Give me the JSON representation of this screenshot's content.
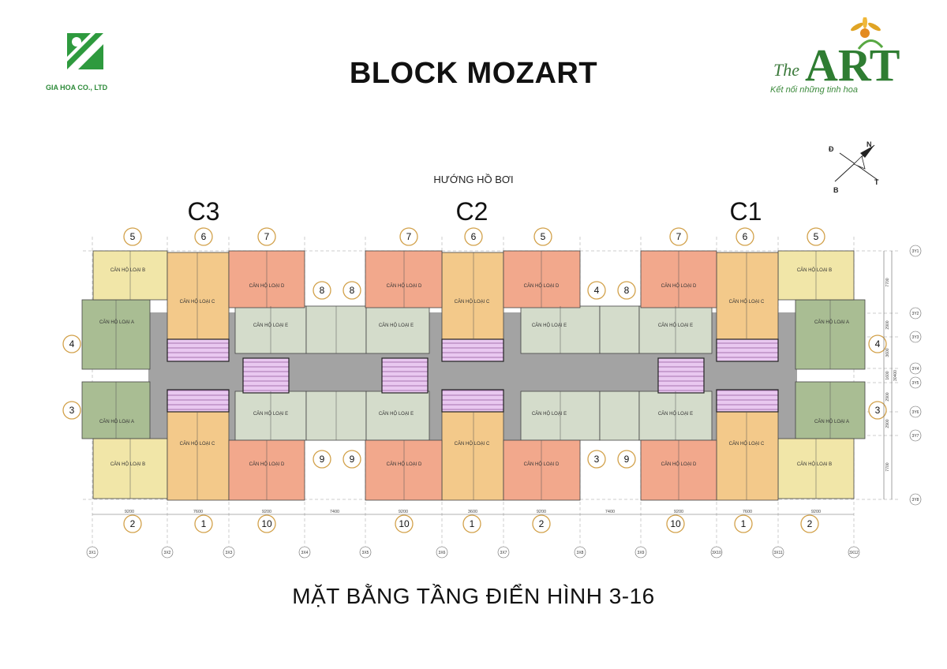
{
  "header": {
    "company_name": "GIA HOA CO., LTD",
    "title": "BLOCK MOZART",
    "project_logo": {
      "text_the": "The",
      "text_art": "ART",
      "slogan": "Kết nối những tinh hoa"
    }
  },
  "compass": {
    "north": "N",
    "east": "Đ",
    "south": "T",
    "west": "B"
  },
  "pool_direction": "HƯỚNG HỒ BƠI",
  "blocks": [
    "C3",
    "C2",
    "C1"
  ],
  "unit_numbers_top": [
    "5",
    "6",
    "7",
    "7",
    "6",
    "5",
    "7",
    "6",
    "5"
  ],
  "unit_numbers_bottom": [
    "2",
    "1",
    "10",
    "10",
    "1",
    "2",
    "10",
    "1",
    "2"
  ],
  "unit_numbers_side": {
    "left_4": "4",
    "left_3": "3",
    "right_4": "4",
    "right_3": "3",
    "mid_8": [
      "8",
      "8",
      "4",
      "8"
    ],
    "mid_9": [
      "9",
      "9",
      "3",
      "9"
    ]
  },
  "apartment_types": {
    "A": {
      "label": "CĂN HỘ LOẠI A",
      "color": "#a9bd93"
    },
    "B": {
      "label": "CĂN HỘ LOẠI B",
      "color": "#f1e6a8"
    },
    "C": {
      "label": "CĂN HỘ LOẠI C",
      "color": "#f3c98a"
    },
    "D": {
      "label": "CĂN HỘ LOẠI D",
      "color": "#f2a88c"
    },
    "E": {
      "label": "CĂN HỘ LOẠI E",
      "color": "#d4dccb"
    }
  },
  "core_colors": {
    "stair_lift": "#e0a8e8",
    "corridor": "#9b9b9b"
  },
  "grid_x": [
    "3X1",
    "3X2",
    "3X3",
    "3X4",
    "3X5",
    "3X6",
    "3X7",
    "3X8",
    "3X9",
    "3X10",
    "3X11",
    "3X12"
  ],
  "grid_y": [
    "3Y1",
    "3Y2",
    "3Y3",
    "3Y4",
    "3Y5",
    "3Y6",
    "3Y7",
    "3Y8"
  ],
  "dims_x": [
    "9200",
    "7600",
    "9200",
    "7400",
    "9200",
    "3600",
    "9200",
    "7400",
    "9200",
    "7600",
    "9200"
  ],
  "dims_y": [
    "7700",
    "2900",
    "3600",
    "1600",
    "2900",
    "2900",
    "7700"
  ],
  "dim_total_y": "30400",
  "footer_title": "MẶT BẰNG TẦNG ĐIỂN HÌNH 3-16"
}
